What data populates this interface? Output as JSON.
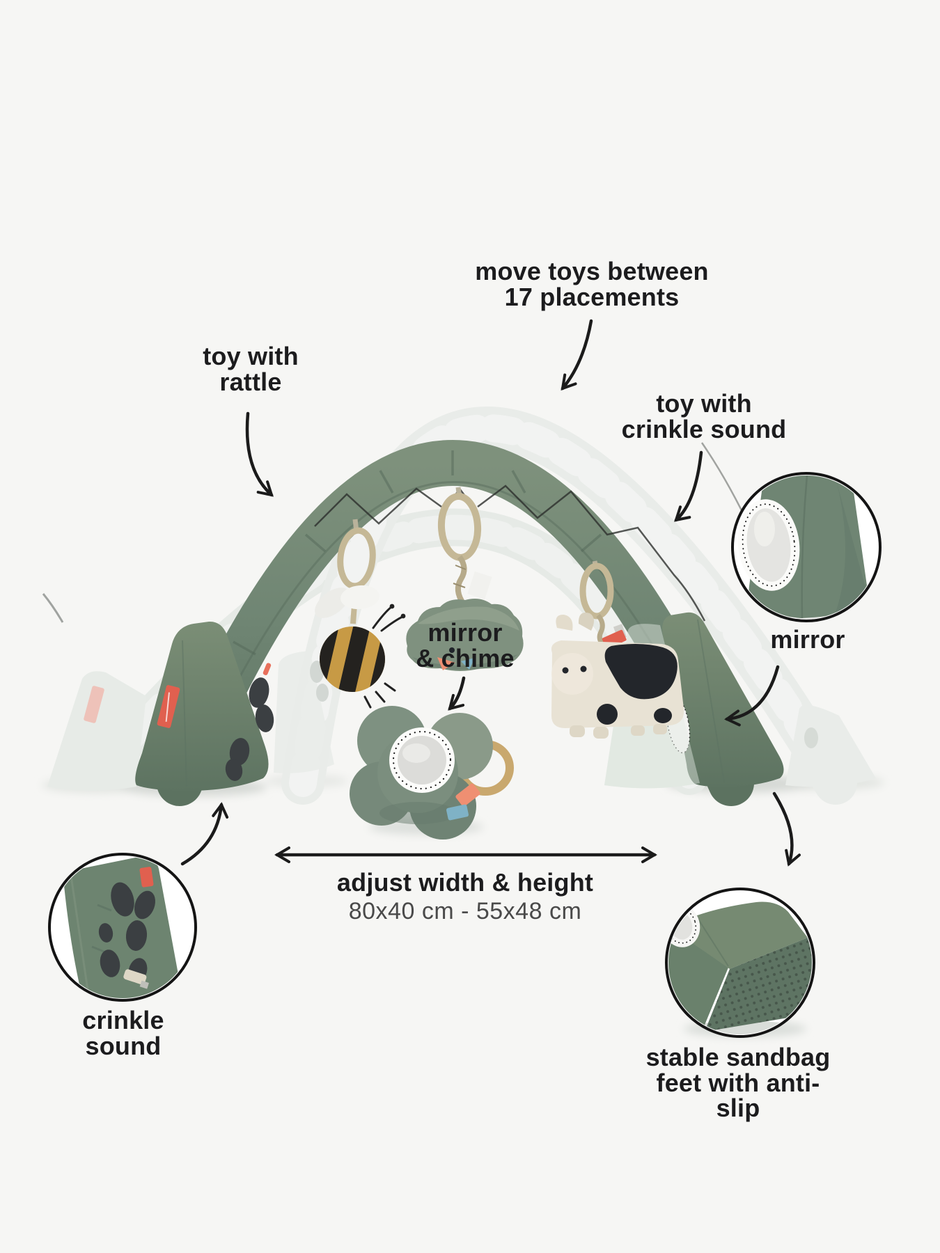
{
  "labels": {
    "move_toys": "move toys between\n17 placements",
    "toy_with_rattle": "toy with\nrattle",
    "toy_with_crinkle_sound": "toy with\ncrinkle sound",
    "mirror_detail": "mirror",
    "mirror_and_chime": "mirror\n& chime",
    "adjust_width_height": "adjust width & height",
    "dimensions": "80x40 cm - 55x48 cm",
    "crinkle_sound": "crinkle\nsound",
    "sandbag_feet": "stable sandbag\nfeet with anti-slip"
  },
  "colors": {
    "background": "#f6f6f4",
    "text": "#1c1c1e",
    "text_secondary": "#4a4a4a",
    "arrow": "#1b1b1b",
    "arch_green": "#6f8573",
    "arch_green_dark": "#5c7260",
    "arch_ghost": "#e7ebe7",
    "wood_ring": "#c5b896",
    "flower_ring_wood": "#c9a86e",
    "bee_gold": "#c79a45",
    "stripe_black": "#24221f",
    "cow_cream": "#e8e2d4",
    "spot_black": "#23262b",
    "plush_dark": "#3b3f42",
    "label_coral": "#e0604f",
    "tag_orange": "#ef8f72",
    "tag_blue": "#7fb2c6",
    "mirror_face": "#dcdcd9"
  },
  "icons": {
    "curved_arrow": "hand-drawn curved pointer arrow",
    "double_arrow": "double-headed width/height arrow",
    "zoom_circle": "magnified detail circle"
  }
}
